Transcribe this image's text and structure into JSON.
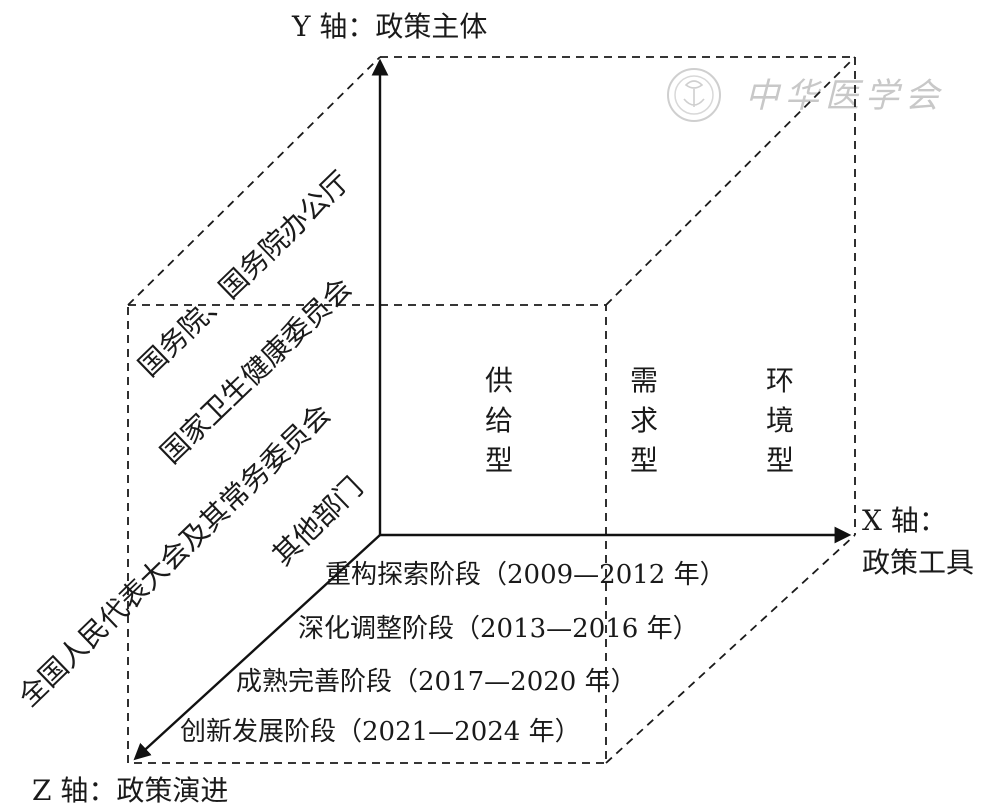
{
  "axes": {
    "y_label": "Y 轴：政策主体",
    "x_label_line1": "X 轴：",
    "x_label_line2": "政策工具",
    "z_label": "Z 轴：政策演进"
  },
  "y_axis_items": [
    "国务院、国务院办公厅",
    "国家卫生健康委员会",
    "全国人民代表大会及其常务委员会",
    "其他部门"
  ],
  "x_axis_items": [
    [
      "供",
      "给",
      "型"
    ],
    [
      "需",
      "求",
      "型"
    ],
    [
      "环",
      "境",
      "型"
    ]
  ],
  "z_axis_items": [
    "重构探索阶段（2009—2012 年）",
    "深化调整阶段（2013—2016 年）",
    "成熟完善阶段（2017—2020 年）",
    "创新发展阶段（2021—2024 年）"
  ],
  "watermark": {
    "text": "中华医学会"
  }
}
